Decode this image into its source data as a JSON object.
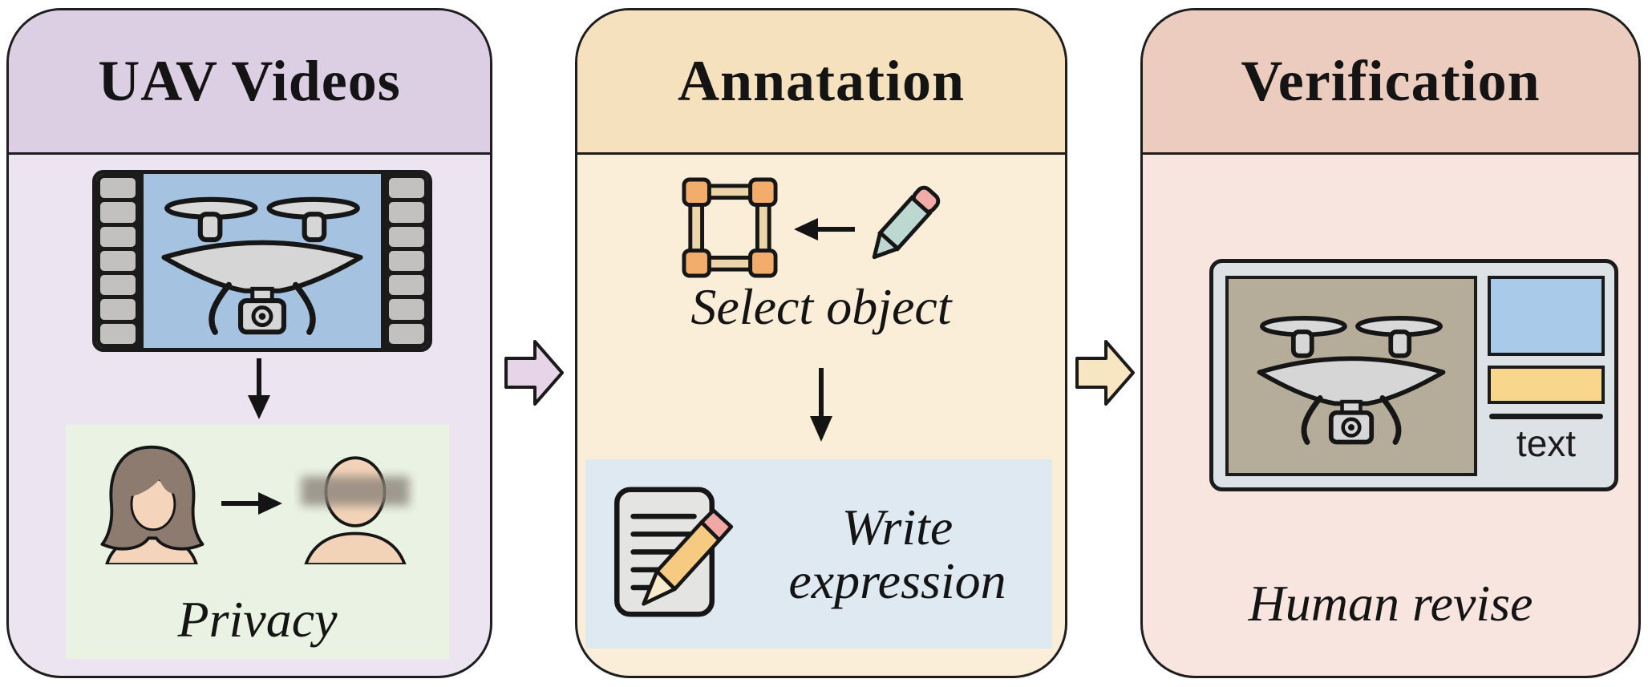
{
  "diagram": {
    "panel_uav": {
      "title": "UAV Videos",
      "caption": "Privacy",
      "header_color": "#ddcfe3",
      "body_color": "#ece4f0",
      "privacy_box_color": "#e9f2e3",
      "film_screen_color": "#a5c2e1"
    },
    "panel_annotation": {
      "title": "Annatation",
      "step1_caption": "Select object",
      "step2_caption_line1": "Write",
      "step2_caption_line2": "expression",
      "header_color": "#f5e1bd",
      "body_color": "#faeed9",
      "write_box_color": "#dfe9f1"
    },
    "panel_verification": {
      "title": "Verification",
      "ui_text_label": "text",
      "caption": "Human revise",
      "header_color": "#ecccbf",
      "body_color": "#f8e5df",
      "ui_blue_box_color": "#a9cbe9",
      "ui_yellow_box_color": "#f8d78c"
    },
    "flow_arrows": {
      "arrow1_color": "#e7d4e8",
      "arrow2_color": "#f8e5c2"
    }
  }
}
